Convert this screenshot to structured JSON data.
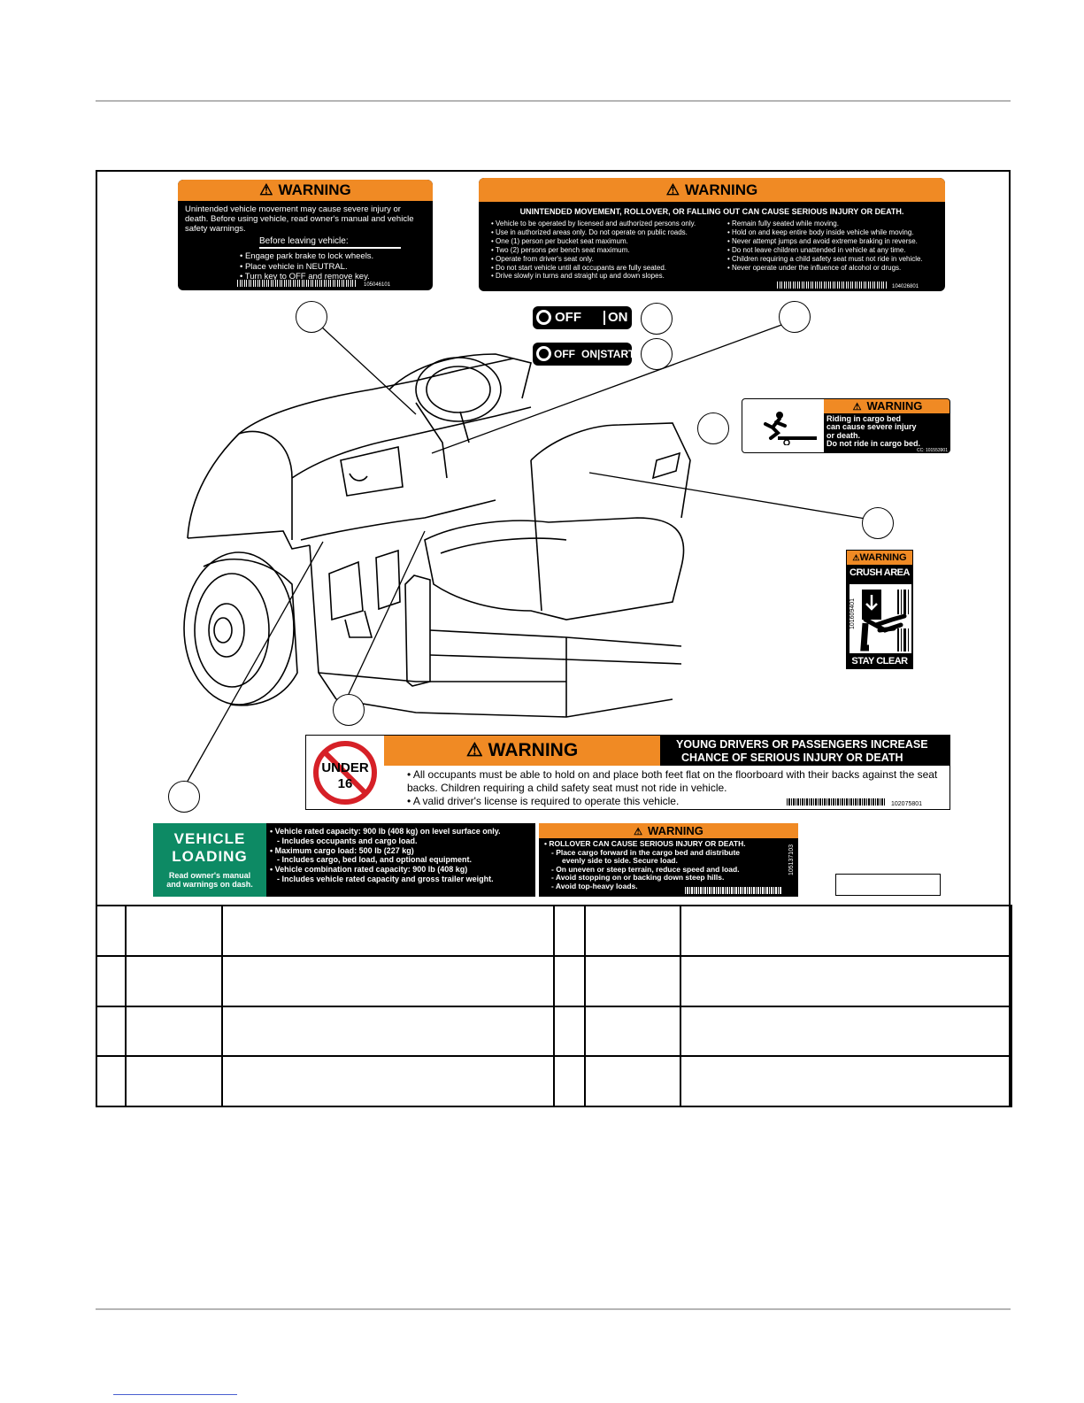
{
  "colors": {
    "orange": "#f08a24",
    "black": "#000000",
    "green": "#0d8a64",
    "red": "#d62027",
    "rule": "#b5b5b5"
  },
  "decal_a": {
    "header": "WARNING",
    "intro": "Unintended vehicle movement may cause severe injury or death. Before using vehicle, read owner's manual and vehicle safety warnings.",
    "subhead": "Before leaving vehicle:",
    "bullets": [
      "Engage park brake to lock wheels.",
      "Place vehicle in NEUTRAL.",
      "Turn key to OFF and remove key."
    ],
    "code": "105046101"
  },
  "decal_b": {
    "header": "WARNING",
    "title": "UNINTENDED MOVEMENT, ROLLOVER, OR FALLING OUT CAN CAUSE SERIOUS INJURY OR DEATH.",
    "left": [
      "Vehicle to be operated by licensed and authorized persons only.",
      "Use in authorized areas only. Do not operate on public roads.",
      "One (1) person per bucket seat maximum.",
      "Two (2) persons per bench seat maximum.",
      "Operate from driver's seat only.",
      "Do not start vehicle until all occupants are fully seated.",
      "Drive slowly in turns and straight up and down slopes."
    ],
    "right": [
      "Remain fully seated while moving.",
      "Hold on and keep entire body inside vehicle while moving.",
      "Never attempt jumps and avoid extreme braking in reverse.",
      "Do not leave children unattended in vehicle at any time.",
      "Children requiring a child safety seat must not ride in vehicle.",
      "Never operate under the influence of alcohol or drugs."
    ],
    "code": "104026801"
  },
  "key_switch_1": {
    "off": "OFF",
    "on": "ON"
  },
  "key_switch_2": {
    "off": "OFF",
    "on_start": "ON|START"
  },
  "decal_cargo": {
    "header": "WARNING",
    "text": [
      "Riding in cargo bed",
      "can cause severe injury",
      "or death.",
      "Do not ride in cargo bed."
    ],
    "code": "CC: 101553901"
  },
  "decal_crush": {
    "header": "WARNING",
    "title": "CRUSH AREA",
    "footer": "STAY CLEAR",
    "code": "101609401"
  },
  "decal_young": {
    "header": "WARNING",
    "badge_line1": "UNDER",
    "badge_line2": "16",
    "title_line1": "YOUNG DRIVERS OR PASSENGERS INCREASE",
    "title_line2": "CHANCE OF SERIOUS INJURY OR DEATH",
    "bullets": [
      "All occupants must be able to hold on and place both feet flat on the floorboard with their backs against the seat backs. Children requiring a child safety seat must not ride in vehicle.",
      "A valid driver's license is required to operate this vehicle."
    ],
    "code": "102075801"
  },
  "decal_loading": {
    "title_line1": "VEHICLE",
    "title_line2": "LOADING",
    "note_line1": "Read owner's manual",
    "note_line2": "and warnings on dash.",
    "items": [
      {
        "main": "Vehicle rated capacity: 900 lb (408 kg) on level surface only.",
        "sub": "- Includes occupants and cargo load."
      },
      {
        "main": "Maximum cargo load: 500 lb (227 kg)",
        "sub": "- Includes cargo, bed load, and optional equipment."
      },
      {
        "main": "Vehicle combination rated capacity: 900 lb (408 kg)",
        "sub": "- Includes vehicle rated capacity and gross trailer weight."
      }
    ]
  },
  "decal_rollover": {
    "header": "WARNING",
    "title": "ROLLOVER CAN CAUSE SERIOUS INJURY OR DEATH.",
    "title_cont": "",
    "lines": [
      "- Place cargo forward in the cargo bed and distribute",
      "  evenly side to side. Secure load.",
      "- On uneven or steep terrain, reduce speed and load.",
      "- Avoid stopping on or backing down steep hills.",
      "- Avoid top-heavy loads."
    ],
    "code": "105137103"
  }
}
